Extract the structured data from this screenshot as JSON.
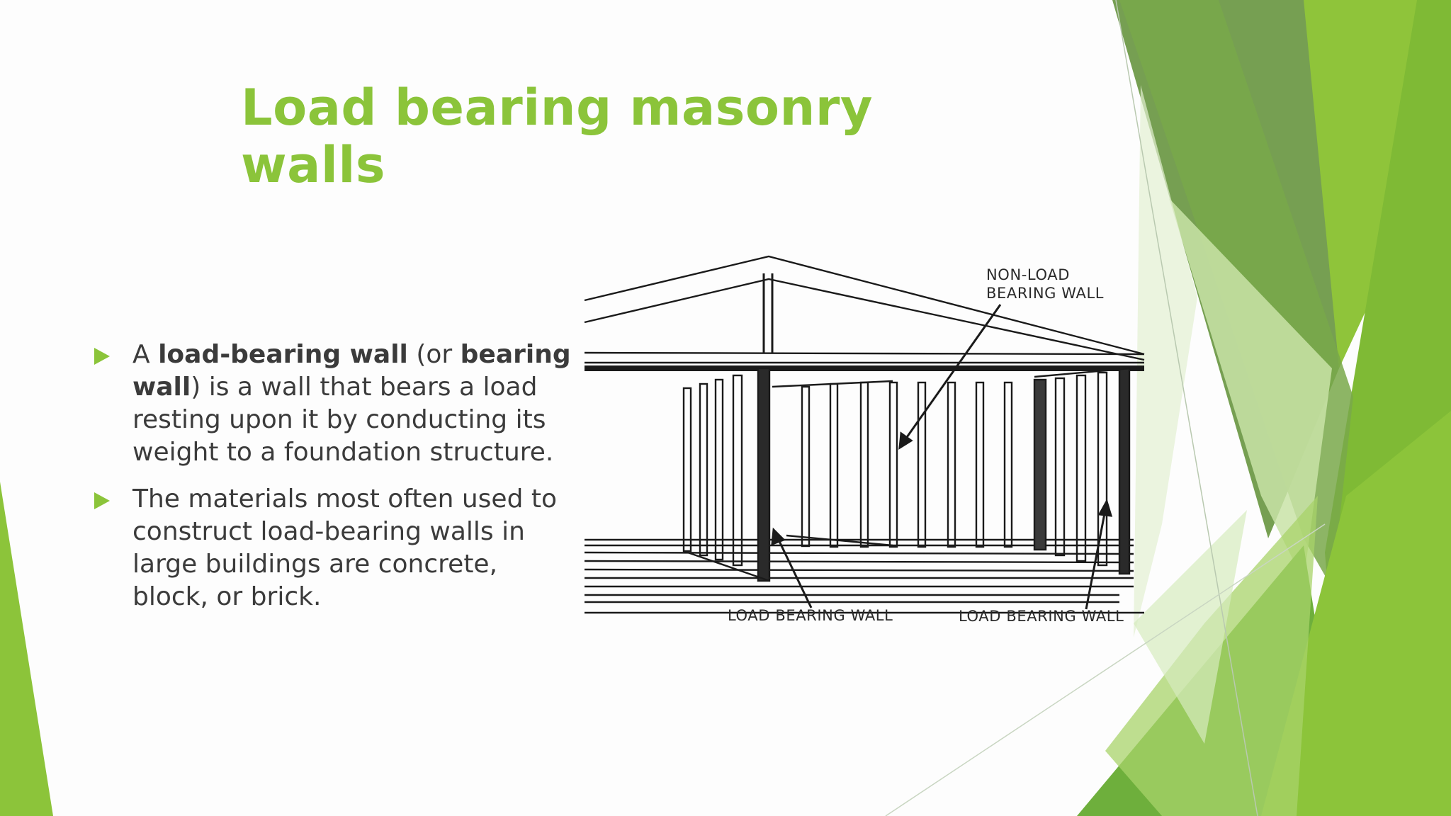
{
  "slide": {
    "title": "Load bearing masonry walls",
    "bullets": [
      {
        "segments": [
          {
            "text": "A ",
            "bold": false
          },
          {
            "text": "load-bearing wall",
            "bold": true
          },
          {
            "text": " (or ",
            "bold": false
          },
          {
            "text": "bearing wall",
            "bold": true
          },
          {
            "text": ") is a wall that bears a load resting upon it by conducting its weight to a foundation structure.",
            "bold": false
          }
        ]
      },
      {
        "segments": [
          {
            "text": " The materials most often used to construct load-bearing walls in large buildings are concrete, block, or brick.",
            "bold": false
          }
        ]
      }
    ],
    "figure": {
      "label_non_load_line1": "NON-LOAD",
      "label_non_load_line2": "BEARING WALL",
      "label_load_left": "LOAD BEARING WALL",
      "label_load_right": "LOAD BEARING WALL"
    }
  },
  "colors": {
    "accent": "#8bc43a",
    "text": "#3b3b3b",
    "shape_dark": "#6a9a3e",
    "shape_mid": "#7fb83a",
    "shape_light": "#c6e2a0"
  }
}
